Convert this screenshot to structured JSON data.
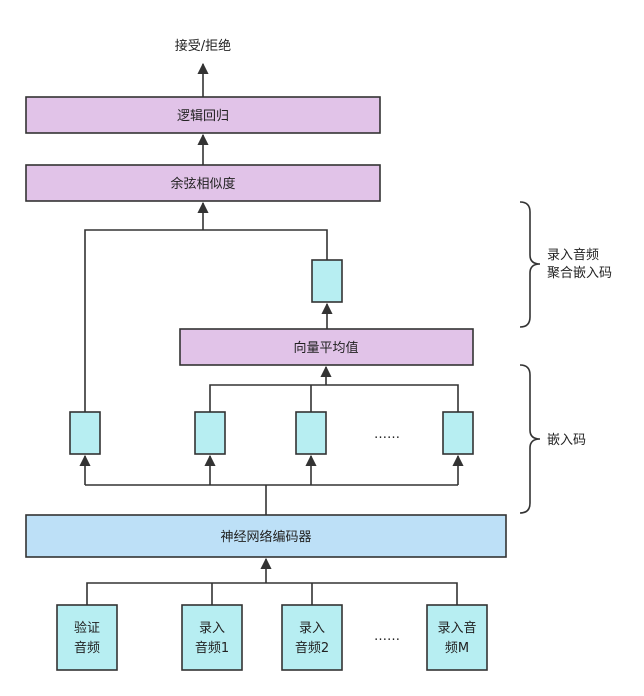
{
  "output_label": "接受/拒绝",
  "logistic_regression": "逻辑回归",
  "cosine_similarity": "余弦相似度",
  "vector_average": "向量平均值",
  "neural_encoder": "神经网络编码器",
  "embedding_ellipsis": "……",
  "input_ellipsis": "……",
  "inputs": [
    {
      "line1": "验证",
      "line2": "音频"
    },
    {
      "line1": "录入",
      "line2": "音频1"
    },
    {
      "line1": "录入",
      "line2": "音频2"
    },
    {
      "line1": "录入音",
      "line2": "频M"
    }
  ],
  "brace_top": {
    "line1": "录入音频",
    "line2": "聚合嵌入码"
  },
  "brace_bottom": "嵌入码",
  "colors": {
    "purple_fill": "#e1c3e8",
    "blue_fill": "#bde0f7",
    "cyan_fill": "#b7eef2",
    "stroke": "#333333"
  }
}
